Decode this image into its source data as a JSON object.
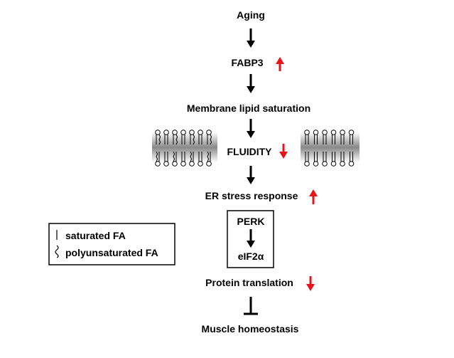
{
  "colors": {
    "up_arrow": "#e8141b",
    "down_arrow": "#e8141b",
    "flow_arrow": "#000000",
    "membrane_band": "#8a8a8a"
  },
  "nodes": {
    "aging": "Aging",
    "fabp3": "FABP3",
    "membrane_lipid": "Membrane lipid saturation",
    "fluidity": "FLUIDITY",
    "er_stress": "ER stress  response",
    "perk": "PERK",
    "eif2a": "eIF2α",
    "protein_translation": "Protein translation",
    "muscle_homeostasis": "Muscle homeostasis"
  },
  "legend": {
    "saturated": "saturated FA",
    "polyunsaturated": "polyunsaturated FA"
  },
  "indicators": {
    "fabp3": "up",
    "fluidity": "down",
    "er_stress": "up",
    "protein_translation": "down"
  }
}
